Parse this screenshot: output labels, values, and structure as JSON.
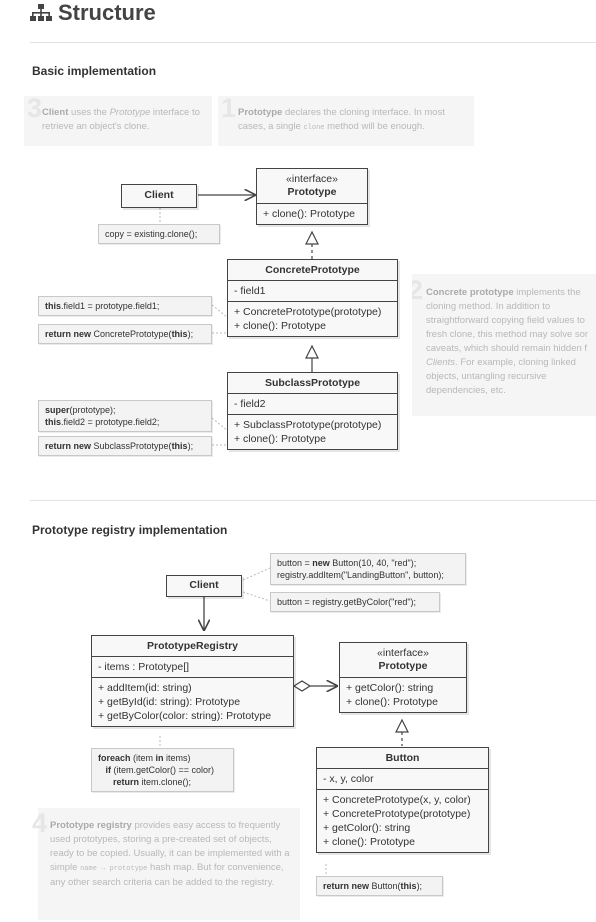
{
  "header": {
    "title": "Structure"
  },
  "sections": {
    "basic": "Basic implementation",
    "registry": "Prototype registry implementation"
  },
  "notes": {
    "n3": {
      "num": "3",
      "bold": "Client",
      "t1": " uses the ",
      "italic": "Prototype",
      "t2": " interface to retrieve an object's clone."
    },
    "n1": {
      "num": "1",
      "bold": "Prototype",
      "t1": " declares the cloning interface. In most cases, a single ",
      "code": "clone",
      "t2": " method will be enough."
    },
    "n2": {
      "num": "2",
      "bold": "Concrete prototype",
      "t1": " implements the cloning method. In addition to straightforward copying field values to fresh clone, this method may solve sor caveats, which should remain hidden f ",
      "italic": "Clients",
      "t2": ". For example, cloning linked objects, untangling recursive dependencies, etc."
    },
    "n4": {
      "num": "4",
      "bold": "Prototype registry",
      "t1": " provides easy access to frequently used prototypes, storing a pre-created set of objects, ready to be copied. Usually, it can be implemented with a simple ",
      "code": "name → prototype",
      "t2": " hash map. But for convenience, any other search criteria can be added to the registry."
    }
  },
  "basic": {
    "client": "Client",
    "prototype": {
      "stereotype": "«interface»",
      "name": "Prototype",
      "methods": [
        "+ clone(): Prototype"
      ]
    },
    "concrete": {
      "name": "ConcretePrototype",
      "fields": [
        "- field1"
      ],
      "methods": [
        "+ ConcretePrototype(prototype)",
        "+ clone(): Prototype"
      ]
    },
    "subclass": {
      "name": "SubclassPrototype",
      "fields": [
        "- field2"
      ],
      "methods": [
        "+ SubclassPrototype(prototype)",
        "+ clone(): Prototype"
      ]
    },
    "code_client": "copy = existing.clone();",
    "code_c1": {
      "kw": "this",
      "rest": ".field1 = prototype.field1;"
    },
    "code_c2": {
      "kw1": "return new",
      "mid": " ConcretePrototype(",
      "kw2": "this",
      "end": ");"
    },
    "code_s1": {
      "kw1": "super",
      "l1": "(prototype);",
      "kw2": "this",
      "l2": ".field2 = prototype.field2;"
    },
    "code_s2": {
      "kw1": "return new",
      "mid": " SubclassPrototype(",
      "kw2": "this",
      "end": ");"
    }
  },
  "registry": {
    "client": "Client",
    "registry": {
      "name": "PrototypeRegistry",
      "fields": [
        "- items : Prototype[]"
      ],
      "methods": [
        "+ addItem(id: string)",
        "+ getById(id: string): Prototype",
        "+ getByColor(color: string): Prototype"
      ]
    },
    "prototype": {
      "stereotype": "«interface»",
      "name": "Prototype",
      "methods": [
        "+ getColor(): string",
        "+ clone(): Prototype"
      ]
    },
    "button": {
      "name": "Button",
      "fields": [
        "- x, y, color"
      ],
      "methods": [
        "+ ConcretePrototype(x, y, color)",
        "+ ConcretePrototype(prototype)",
        "+ getColor(): string",
        "+ clone(): Prototype"
      ]
    },
    "code_b1": {
      "l1a": "button = ",
      "kw": "new",
      "l1b": " Button(10, 40, \"red\");",
      "l2": "registry.addItem(\"LandingButton\", button);"
    },
    "code_b2": "button = registry.getByColor(\"red\");",
    "code_loop": {
      "kw1": "foreach",
      "a": " (item ",
      "kw2": "in",
      "b": " items)",
      "kw3": "if",
      "c": " (item.getColor() == color)",
      "kw4": "return",
      "d": " item.clone();"
    },
    "code_ret": {
      "kw1": "return new",
      "mid": " Button(",
      "kw2": "this",
      "end": ");"
    }
  }
}
